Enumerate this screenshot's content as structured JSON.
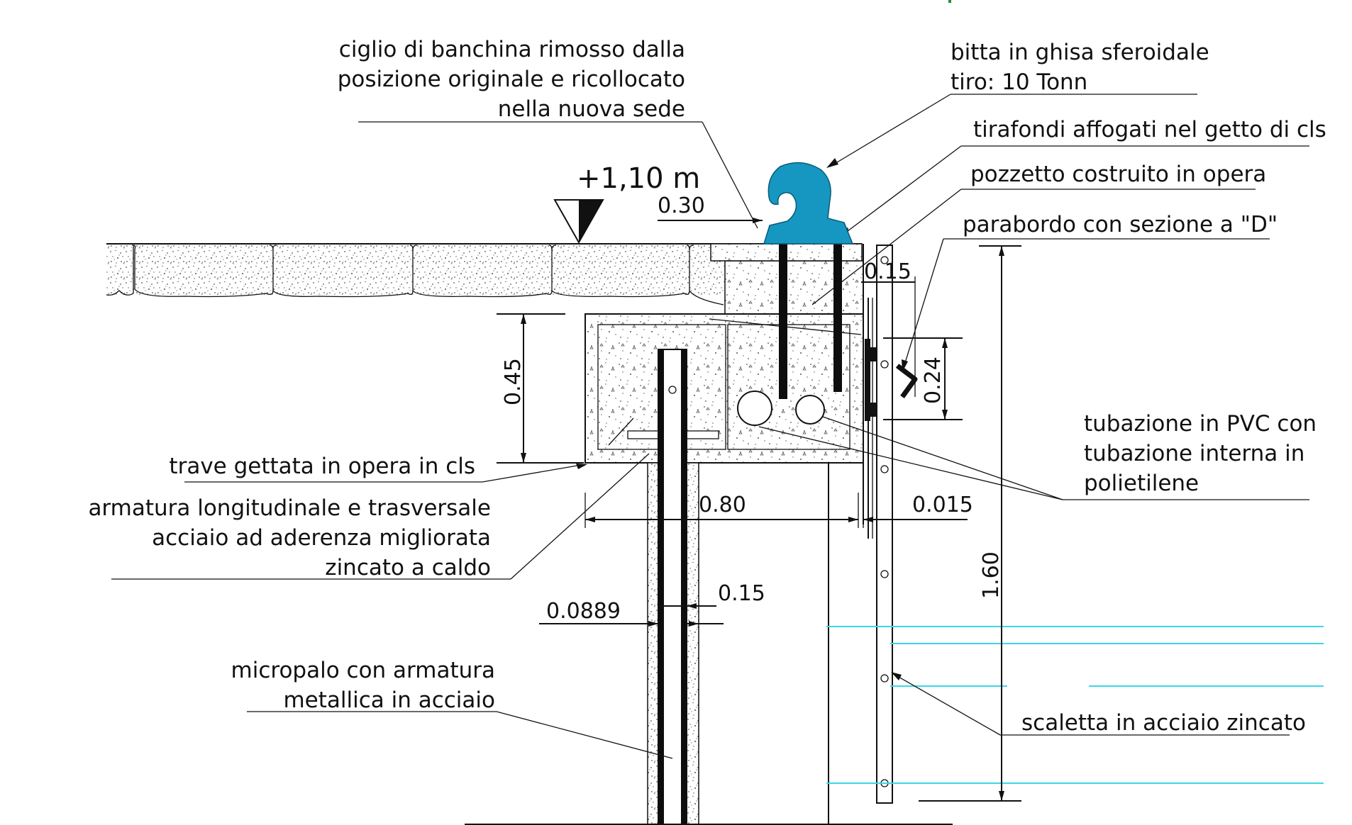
{
  "colors": {
    "line": "#111111",
    "bollard": "#1597c2",
    "water_lines": "#3ad7e6",
    "concrete_speckle": "#555555",
    "top_partial_text": "#2a8a3a"
  },
  "icons": {
    "bollard": "bollard-icon",
    "fender": "d-fender-icon",
    "level_marker": "level-triangle-icon"
  },
  "title": {
    "level": "+1,10 m"
  },
  "labels": {
    "ciglio": [
      "ciglio di banchina rimosso dalla",
      "posizione originale e ricollocato",
      "nella nuova sede"
    ],
    "bitta": [
      "bitta in ghisa sferoidale",
      "tiro: 10 Tonn"
    ],
    "tirafondi": "tirafondi affogati nel getto di cls",
    "pozzetto": "pozzetto costruito in opera",
    "parabordo": "parabordo con sezione a \"D\"",
    "trave": "trave gettata in opera in cls",
    "armatura": [
      "armatura longitudinale e trasversale",
      "acciaio ad aderenza migliorata",
      "zincato a caldo"
    ],
    "tubazione": [
      "tubazione in PVC con",
      "tubazione interna in",
      "polietilene"
    ],
    "micropalo": [
      "micropalo con armatura",
      "metallica in acciaio"
    ],
    "scaletta": "scaletta in acciaio zincato"
  },
  "dimensions": {
    "d030": "0.30",
    "d015_top": "0.15",
    "d045": "0.45",
    "d024": "0.24",
    "d080": "0.80",
    "d0015": "0.015",
    "d0889": "0.0889",
    "d015_pile": "0.15",
    "d160": "1.60"
  }
}
